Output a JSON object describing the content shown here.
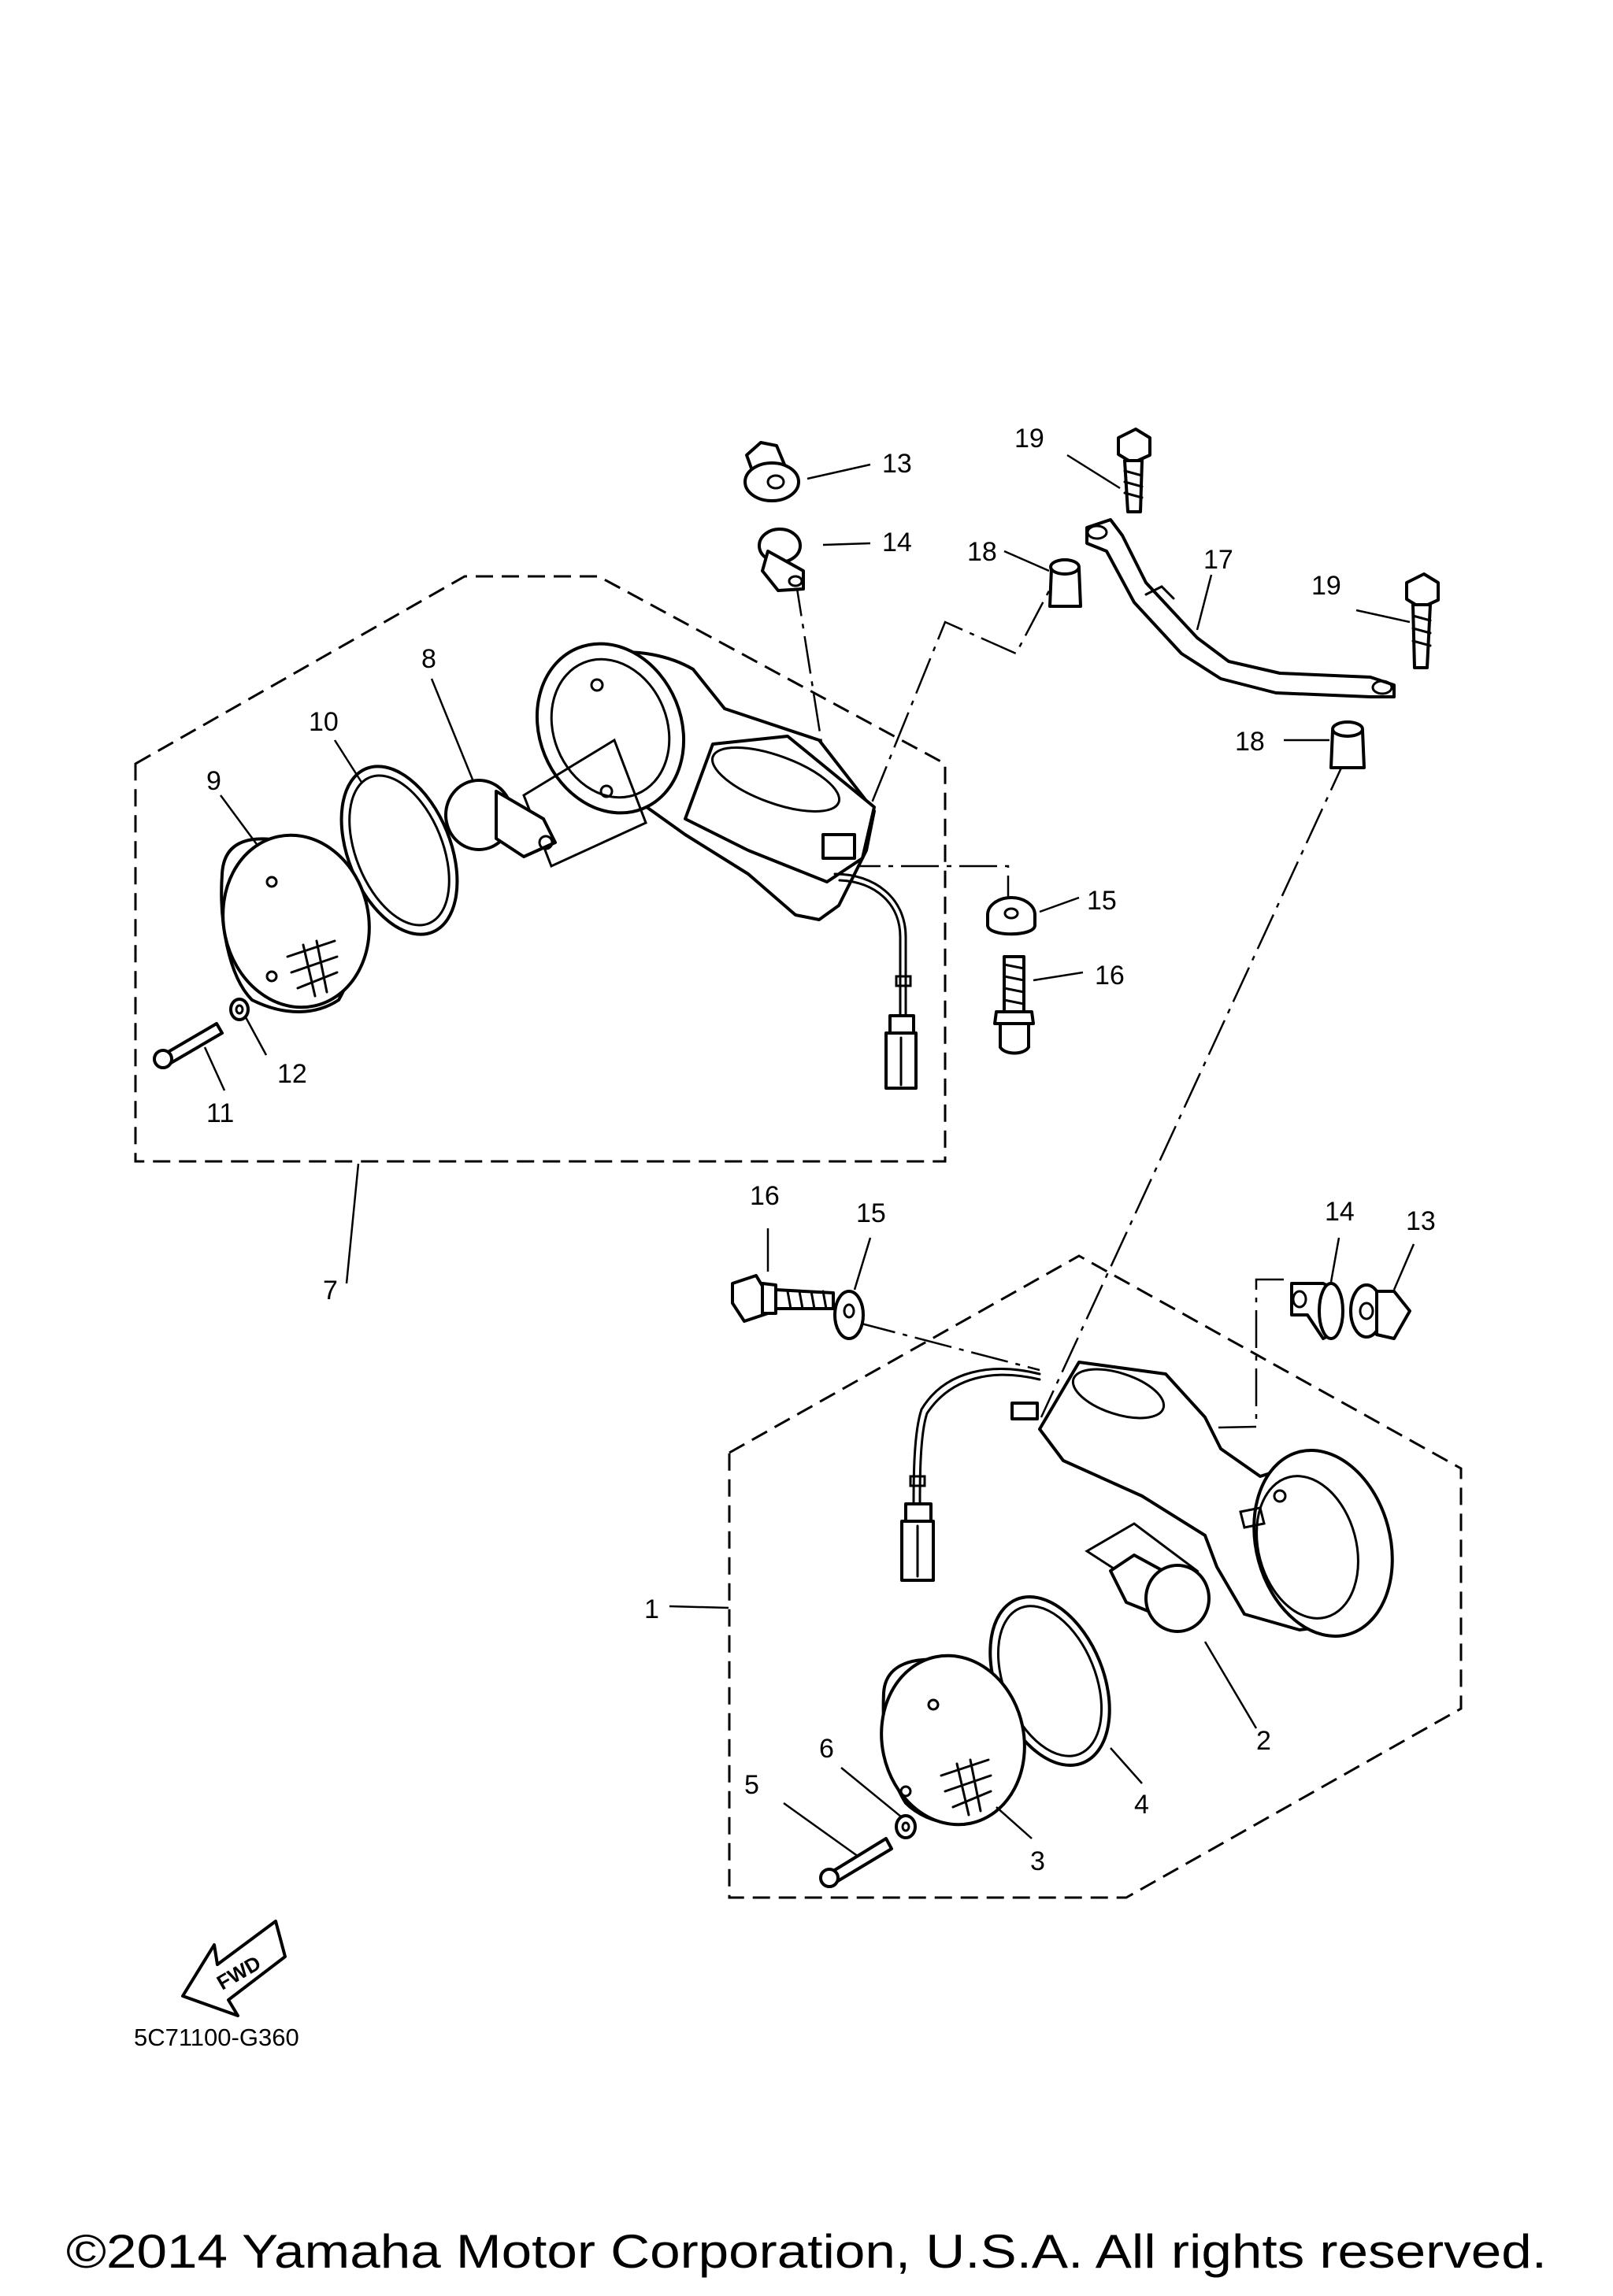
{
  "drawing_code": "5C71100-G360",
  "copyright": "©2014 Yamaha Motor Corporation, U.S.A. All rights reserved.",
  "fwd_label": "FWD",
  "callouts": {
    "c1": "1",
    "c2": "2",
    "c3": "3",
    "c4": "4",
    "c5": "5",
    "c6": "6",
    "c7": "7",
    "c8": "8",
    "c9": "9",
    "c10": "10",
    "c11": "11",
    "c12": "12",
    "c13a": "13",
    "c13b": "13",
    "c14a": "14",
    "c14b": "14",
    "c15a": "15",
    "c15b": "15",
    "c16a": "16",
    "c16b": "16",
    "c17": "17",
    "c18a": "18",
    "c18b": "18",
    "c19a": "19",
    "c19b": "19"
  }
}
